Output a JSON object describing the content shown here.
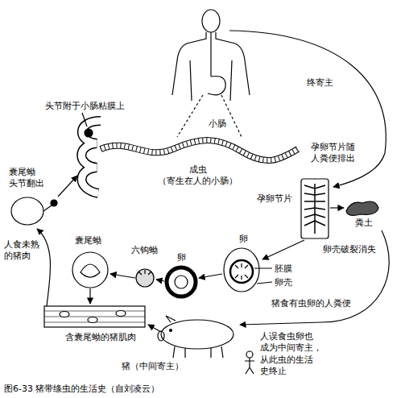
{
  "diagram": {
    "caption": "图6-33 猪带绦虫的生活史（自刘凌云）",
    "labels": [
      "终寄主",
      "头节附于小肠粘膜上",
      "小肠",
      "囊尾蚴 头节翻出",
      "孕卵节片随 人粪便排出",
      "成虫 （寄生在人的小肠）",
      "孕卵节片",
      "粪土",
      "囊尾蚴",
      "卵",
      "人食未熟 的猪肉",
      "卵壳破裂消失",
      "六钩蚴",
      "卵",
      "胚膜",
      "卵壳",
      "猪食有虫卵的人粪便",
      "含囊尾蚴的猪肌肉",
      "人误食虫卵也 成为中间寄主， 从此虫的生活 史终止",
      "猪（中间寄主）"
    ]
  }
}
